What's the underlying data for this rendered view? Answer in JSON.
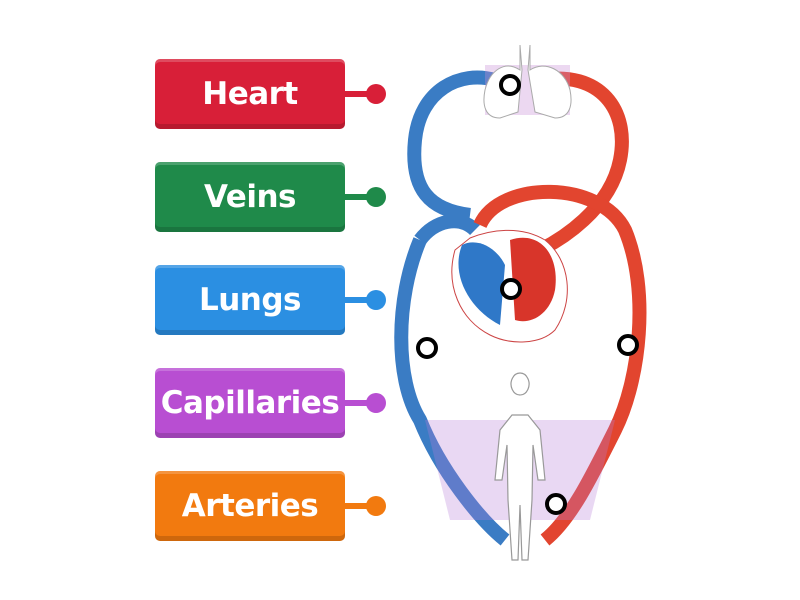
{
  "labels": [
    {
      "text": "Heart",
      "color": "#d81f38"
    },
    {
      "text": "Veins",
      "color": "#1f8a4a"
    },
    {
      "text": "Lungs",
      "color": "#2b8fe2"
    },
    {
      "text": "Capillaries",
      "color": "#b84ed2"
    },
    {
      "text": "Arteries",
      "color": "#f27a0f"
    }
  ],
  "diagram": {
    "vein_color": "#3a7cc4",
    "artery_color": "#e2452f",
    "drop_targets": 5
  }
}
